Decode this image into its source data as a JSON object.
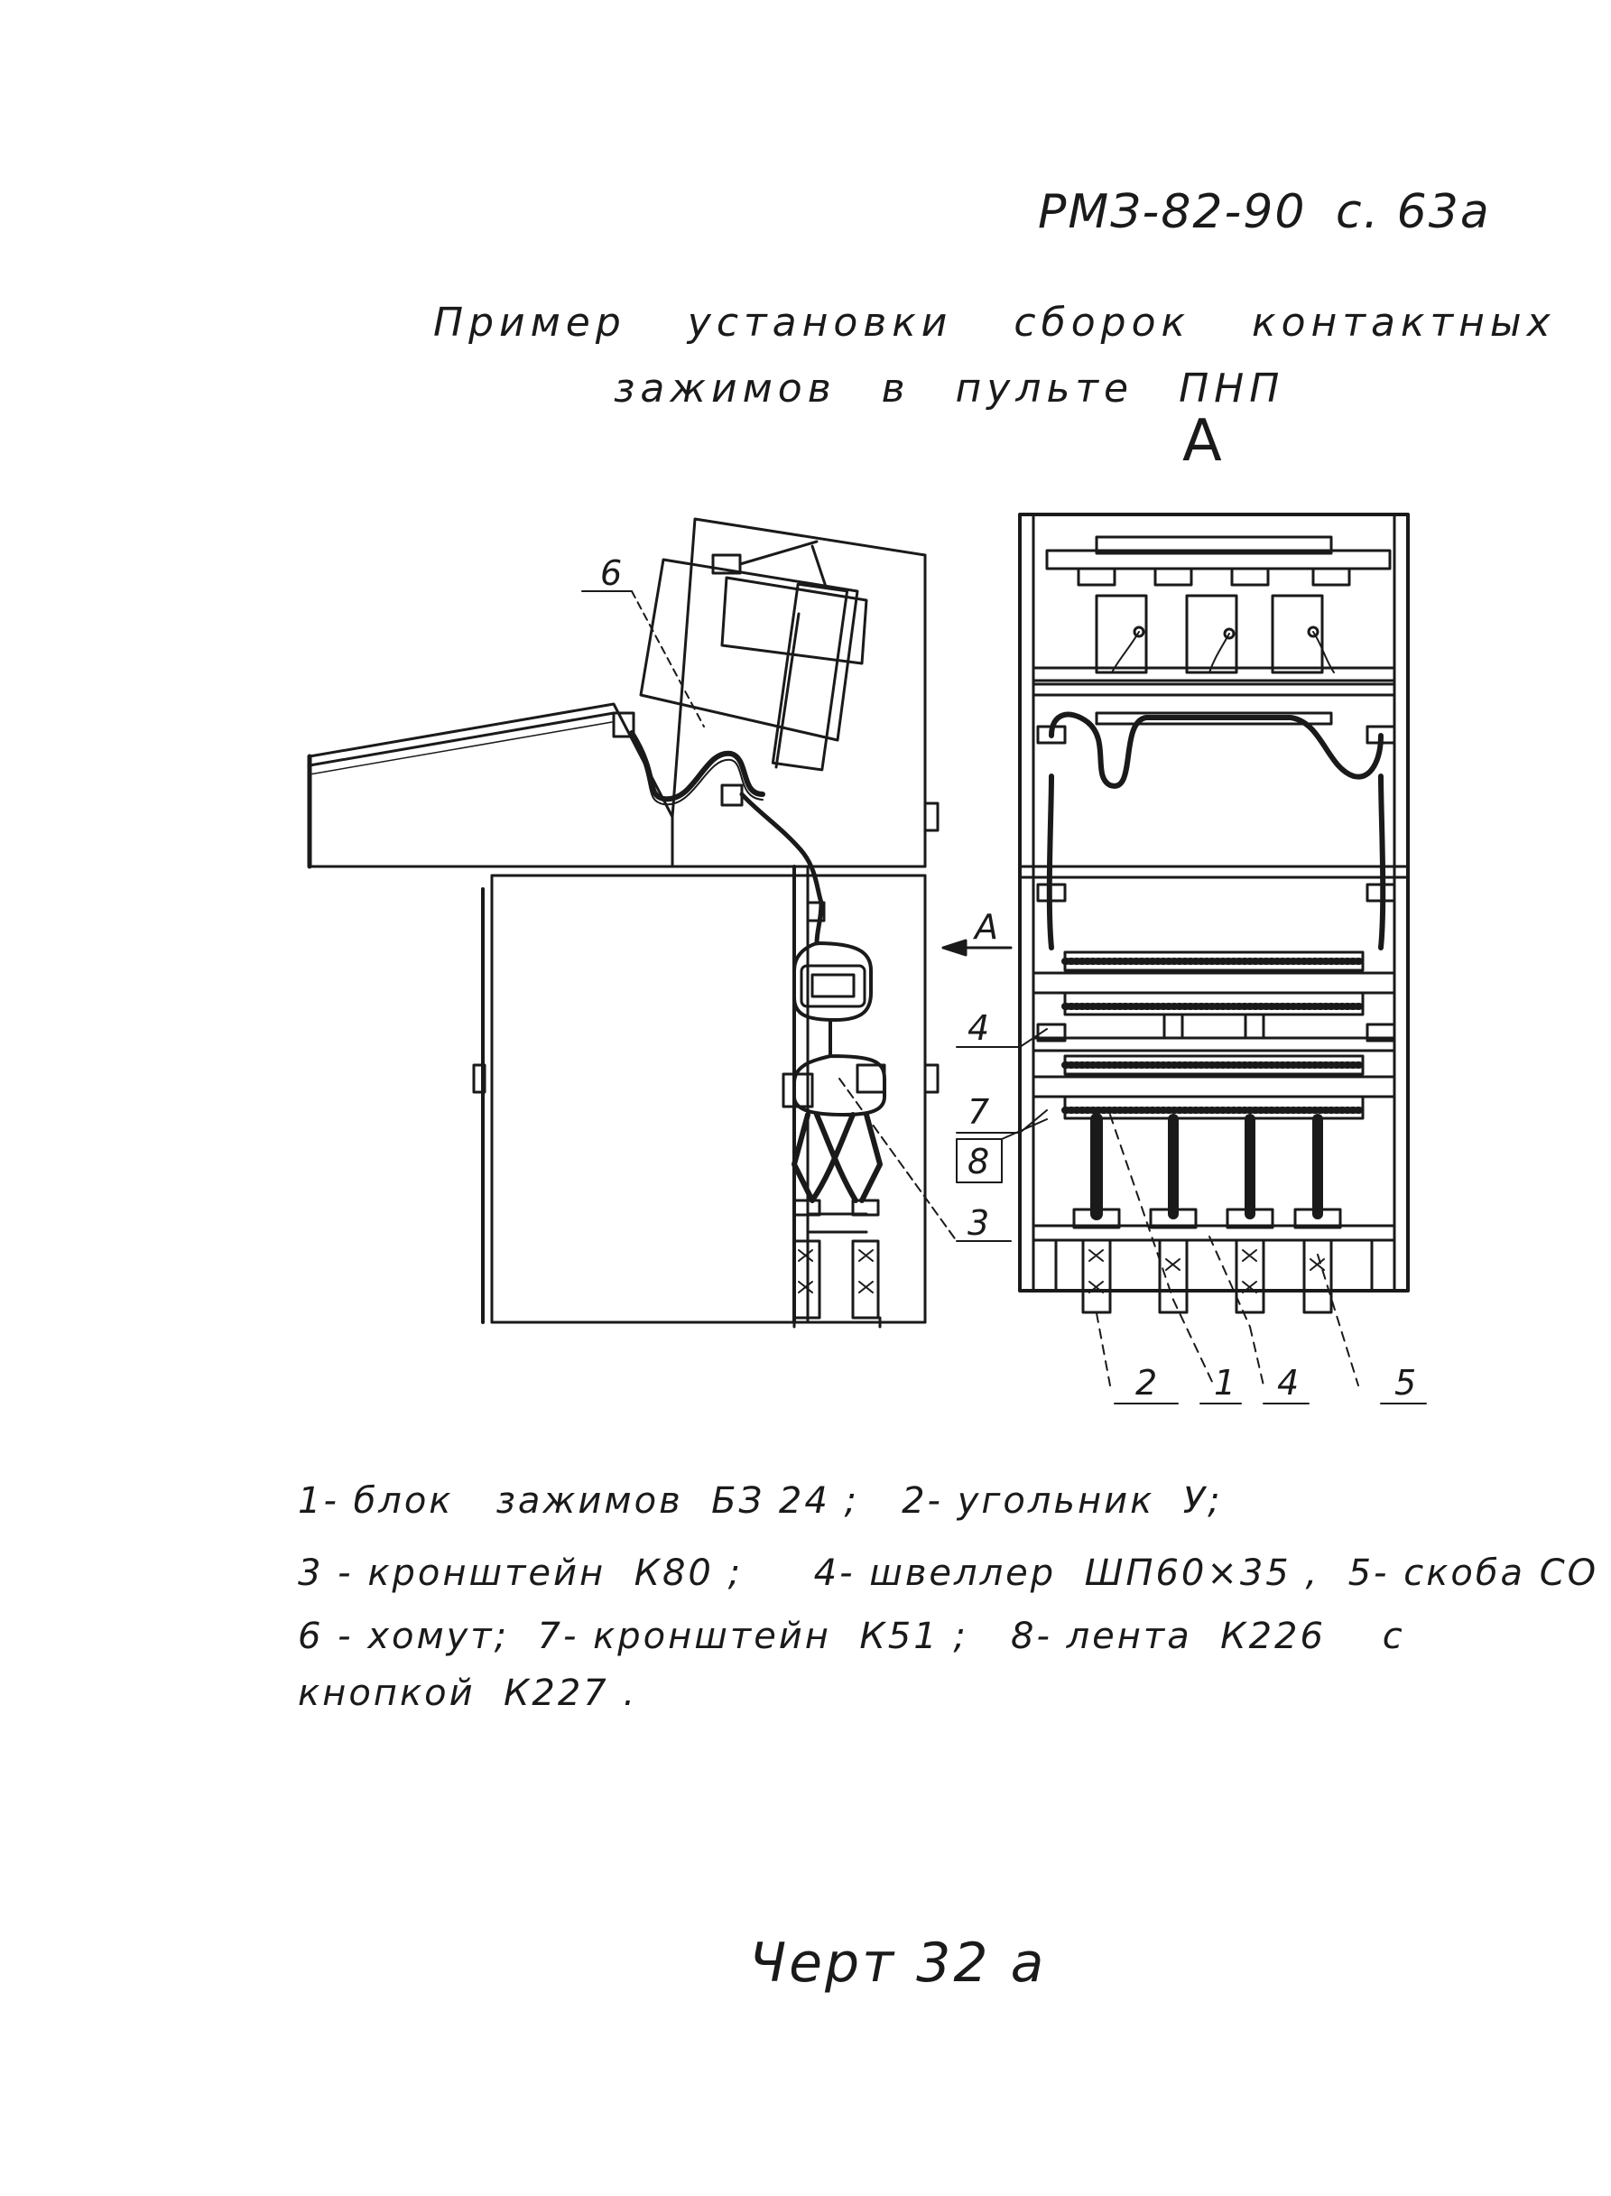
{
  "header": {
    "doc_code": "РМЗ-82-90",
    "page": "с. 63а"
  },
  "title": {
    "line1": "Пример установки сборок контактных",
    "line2": "зажимов в пульте ПНП"
  },
  "view_letter": "А",
  "callouts": {
    "c6": "6",
    "c4": "4",
    "c7": "7",
    "c8": "8",
    "c3": "3",
    "cA": "А",
    "c2b": "2",
    "c1b": "1",
    "c4b": "4",
    "c5b": "5"
  },
  "legend": {
    "line1": "1- блок   зажимов  БЗ 24 ;   2- угольник  У;",
    "line2": "3 - кронштейн  К80 ;     4- швеллер  ШП60×35 ,  5- скоба СО",
    "line3": "6 - хомут;  7- кронштейн  К51 ;   8- лента  К226    с",
    "line4": "кнопкой  К227 ."
  },
  "caption": "Черт  32 а",
  "colors": {
    "ink": "#1a1a1a",
    "paper": "#ffffff"
  }
}
